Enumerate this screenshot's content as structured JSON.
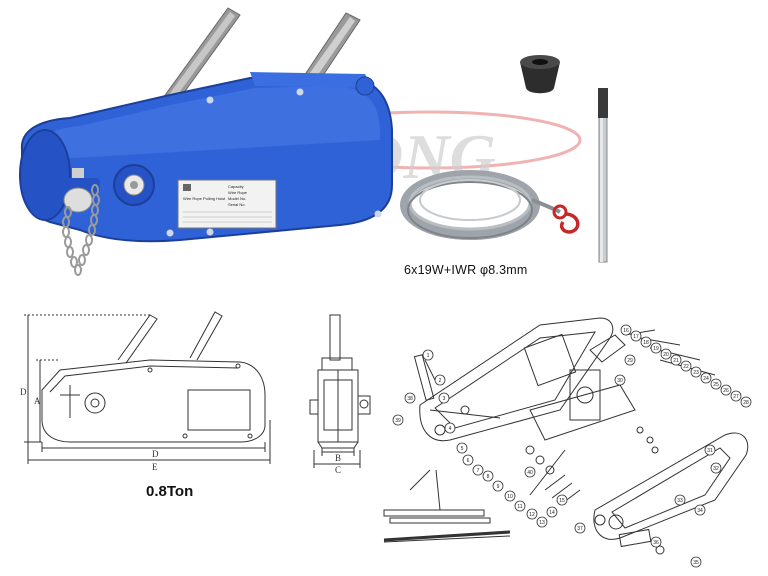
{
  "watermark": {
    "text": "LONG",
    "color": "#c9c9c9",
    "swoosh_color": "#e53935"
  },
  "product_photo": {
    "body_color": "#2f62d6",
    "plate_title": "Wire Rope Pulling Hoist",
    "plate_lines": [
      "Capacity",
      "Wire Rope",
      "Model No.",
      "Serial No."
    ]
  },
  "accessories": {
    "spec_caption": "6x19W+IWR    φ8.3mm"
  },
  "front_view": {
    "dim_a": "A",
    "dim_d": "D",
    "dim_e": "E"
  },
  "side_view": {
    "dim_b": "B",
    "dim_c": "C"
  },
  "exploded_view": {
    "callouts": [
      "1",
      "2",
      "3",
      "4",
      "5",
      "6",
      "7",
      "8",
      "9",
      "10",
      "11",
      "12",
      "13",
      "14",
      "15",
      "16",
      "17",
      "18",
      "19",
      "20",
      "21",
      "22",
      "23",
      "24",
      "25",
      "26",
      "27",
      "28",
      "29",
      "30",
      "31",
      "32",
      "33",
      "34",
      "35",
      "36",
      "37",
      "38",
      "39",
      "40"
    ]
  },
  "capacity_caption": "0.8Ton"
}
